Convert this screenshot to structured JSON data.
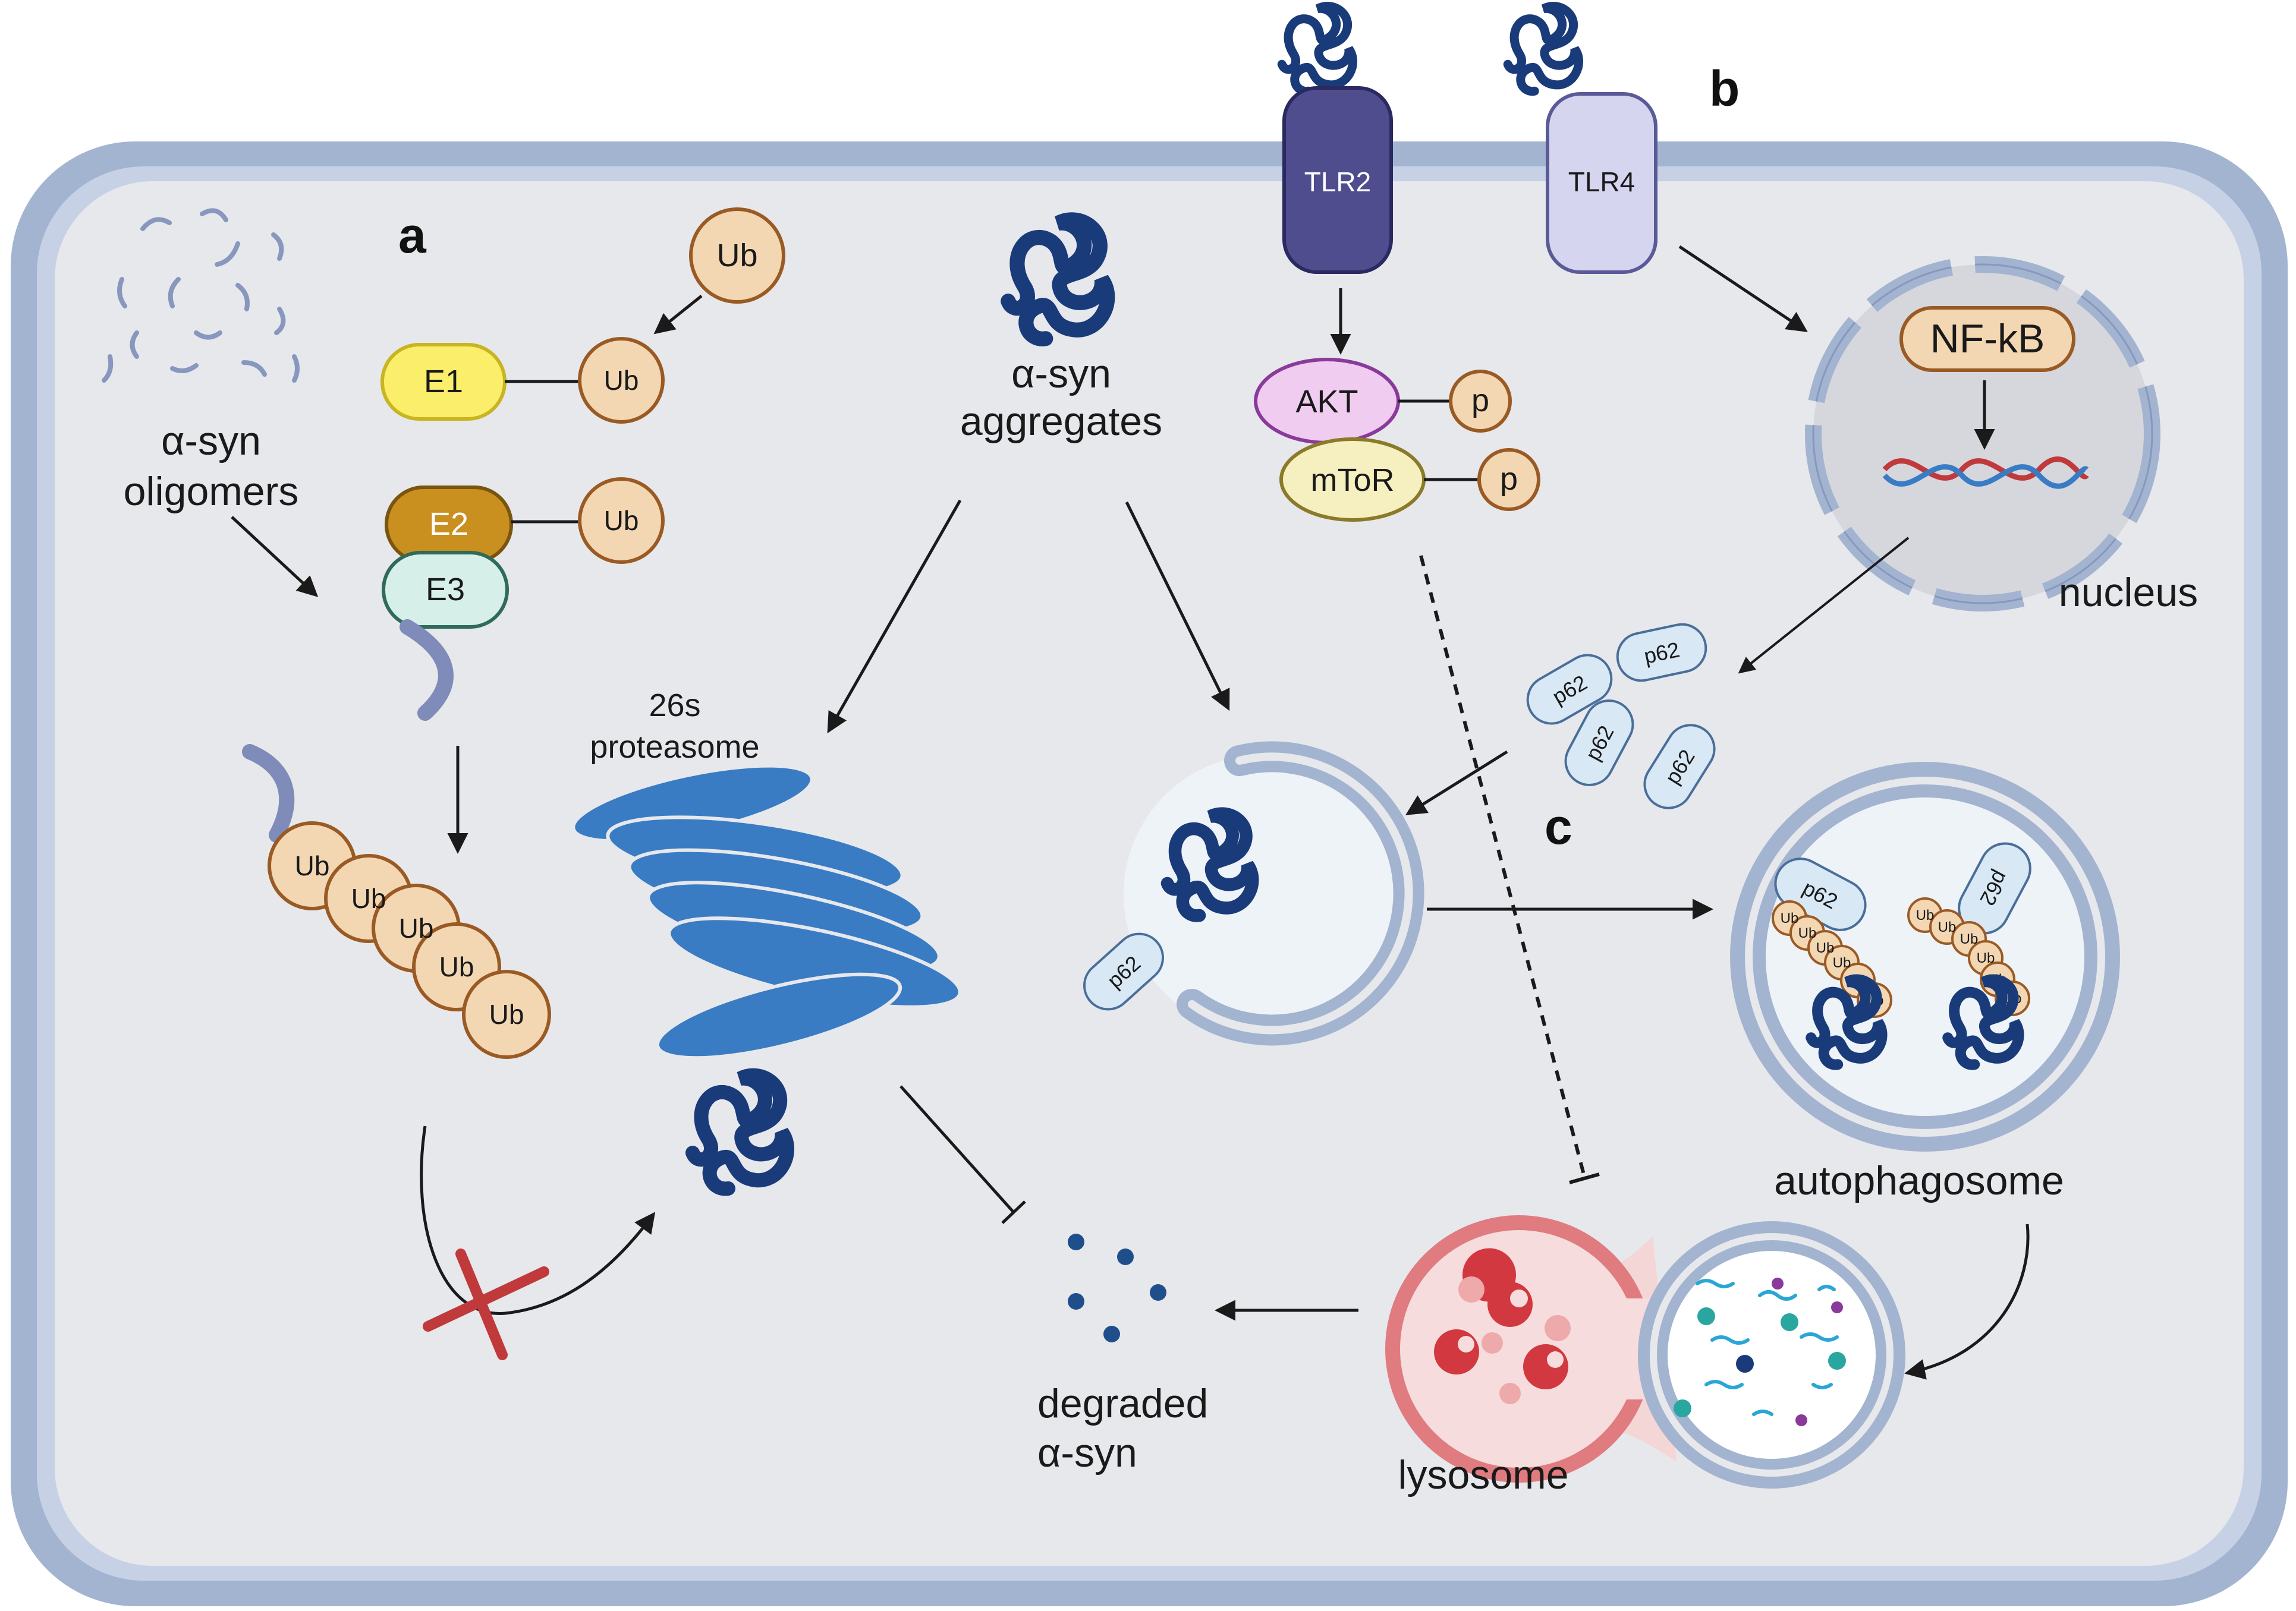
{
  "panels": {
    "a": "a",
    "b": "b",
    "c": "c"
  },
  "oligomers": {
    "line1": "α-syn",
    "line2": "oligomers"
  },
  "aggregates": {
    "line1": "α-syn",
    "line2": "aggregates"
  },
  "ubiquitin": {
    "ub": "Ub",
    "e1": "E1",
    "e2": "E2",
    "e3": "E3"
  },
  "proteasome": {
    "line1": "26s",
    "line2": "proteasome"
  },
  "receptors": {
    "tlr2": "TLR2",
    "tlr4": "TLR4"
  },
  "signaling": {
    "akt": "AKT",
    "mtor": "mToR",
    "p": "p",
    "nfkb": "NF-kB"
  },
  "nucleus": "nucleus",
  "p62": "p62",
  "autophagosome": "autophagosome",
  "lysosome": "lysosome",
  "degraded": {
    "line1": "degraded",
    "line2": "α-syn"
  },
  "colors": {
    "membrane": "#a3b4d0",
    "membrane_inner": "#c6d1e6",
    "cytoplasm": "#e7e8ec",
    "aggregate": "#1a3b7a",
    "ub_fill": "#f3d7b3",
    "ub_stroke": "#9a5a24",
    "e1": "#fbee6a",
    "e2": "#c98f1f",
    "e3": "#d6efe9",
    "proteasome": "#3a7cc4",
    "tlr2": "#4f4d8e",
    "tlr4": "#d5d5ef",
    "akt": "#f0ccf0",
    "mtor": "#f6f0c0",
    "p62": "#d8e8f5",
    "lysosome": "#e07b80",
    "inhibit": "#c0393b"
  }
}
